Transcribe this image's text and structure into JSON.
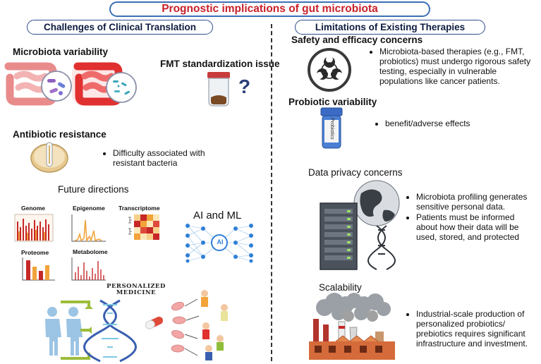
{
  "title": "Prognostic implications of gut microbiota",
  "left": {
    "header": "Challenges of Clinical Translation",
    "microbiota_variability": "Microbiota variability",
    "fmt": "FMT standardization issue",
    "antibiotic": "Antibiotic resistance",
    "antibiotic_bullet": "Difficulty associated with resistant bacteria",
    "future": "Future directions",
    "omics": {
      "genome": "Genome",
      "epigenome": "Epigenome",
      "transcriptome": "Transcriptome",
      "proteome": "Proteome",
      "metabolome": "Metabolome"
    },
    "ai_ml": "AI and ML",
    "ai_node": "AI",
    "personalized": "PERSONALIZED",
    "medicine": "MEDICINE"
  },
  "right": {
    "header": "Limitations of Existing  Therapies",
    "safety": "Safety and efficacy concerns",
    "safety_bullet": "Microbiota-based therapies (e.g., FMT, probiotics) must undergo rigorous safety testing, especially in vulnerable populations like cancer patients.",
    "probiotic": "Probiotic variability",
    "probiotic_bullet": "benefit/adverse effects",
    "probiotic_bottle_label": "Probiotics",
    "privacy": "Data privacy concerns",
    "privacy_bullets": [
      "Microbiota profiling generates sensitive personal data.",
      "Patients must be informed about how their data will be used, stored, and protected"
    ],
    "scalability": "Scalability",
    "scalability_bullet": "Industrial-scale production of personalized probiotics/ prebiotics requires significant infrastructure and investment."
  },
  "colors": {
    "title_red": "#c8202a",
    "pill_border": "#3b6fb6",
    "gut_pink": "#e98b8b",
    "gut_red": "#e0302f",
    "chart_red": "#c62828",
    "chart_orange": "#f2a33a",
    "ai_blue": "#2f7fd6"
  }
}
